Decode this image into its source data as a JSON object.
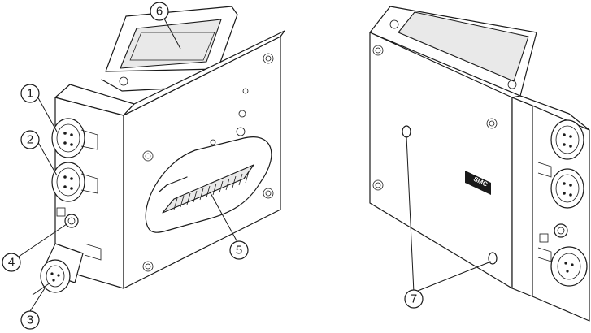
{
  "callouts": [
    {
      "id": "1",
      "label": "1"
    },
    {
      "id": "2",
      "label": "2"
    },
    {
      "id": "3",
      "label": "3"
    },
    {
      "id": "4",
      "label": "4"
    },
    {
      "id": "5",
      "label": "5"
    },
    {
      "id": "6",
      "label": "6"
    },
    {
      "id": "7",
      "label": "7"
    }
  ],
  "logo": {
    "text": "SMC"
  }
}
